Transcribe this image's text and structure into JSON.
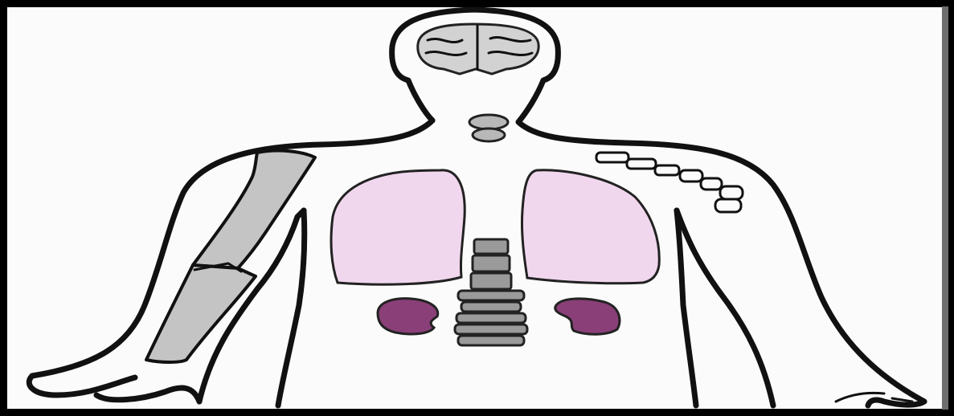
{
  "colors": {
    "border": "#000000",
    "background": "#fbfbfb",
    "bone": "#c4c4c4",
    "lungs": "#f1d7ee",
    "kidneys": "#8a3f78",
    "spine": "#9a9a9a",
    "thyroid": "#b8b8b8",
    "brain": "#d0d0d0"
  },
  "figure": {
    "parts": [
      "brain",
      "thyroid",
      "collarbone",
      "lungs",
      "spine",
      "kidneys",
      "forearm-bone"
    ]
  }
}
